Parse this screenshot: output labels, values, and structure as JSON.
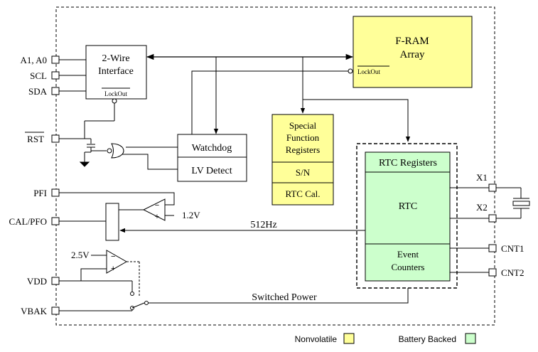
{
  "pins": {
    "a1a0": "A1, A0",
    "scl": "SCL",
    "sda": "SDA",
    "rst": "RST",
    "pfi": "PFI",
    "calpfo": "CAL/PFO",
    "vdd": "VDD",
    "vbak": "VBAK",
    "x1": "X1",
    "x2": "X2",
    "cnt1": "CNT1",
    "cnt2": "CNT2"
  },
  "blocks": {
    "two_wire": {
      "line1": "2-Wire",
      "line2": "Interface",
      "lockout": "LockOut"
    },
    "fram": {
      "line1": "F-RAM",
      "line2": "Array",
      "lockout": "LockOut"
    },
    "watchdog": "Watchdog",
    "lv_detect": "LV Detect",
    "sfr": {
      "line1": "Special",
      "line2": "Function",
      "line3": "Registers",
      "sn": "S/N",
      "rtc_cal": "RTC Cal."
    },
    "rtc_registers": "RTC Registers",
    "rtc": "RTC",
    "event_counters": {
      "line1": "Event",
      "line2": "Counters"
    }
  },
  "signals": {
    "v12": "1.2V",
    "v25": "2.5V",
    "hz512": "512Hz",
    "switched_power": "Switched Power"
  },
  "legend": {
    "nonvolatile": "Nonvolatile",
    "battery_backed": "Battery Backed"
  },
  "colors": {
    "nonvolatile": "#ffff99",
    "battery_backed": "#ccffcc",
    "line": "#000000"
  }
}
